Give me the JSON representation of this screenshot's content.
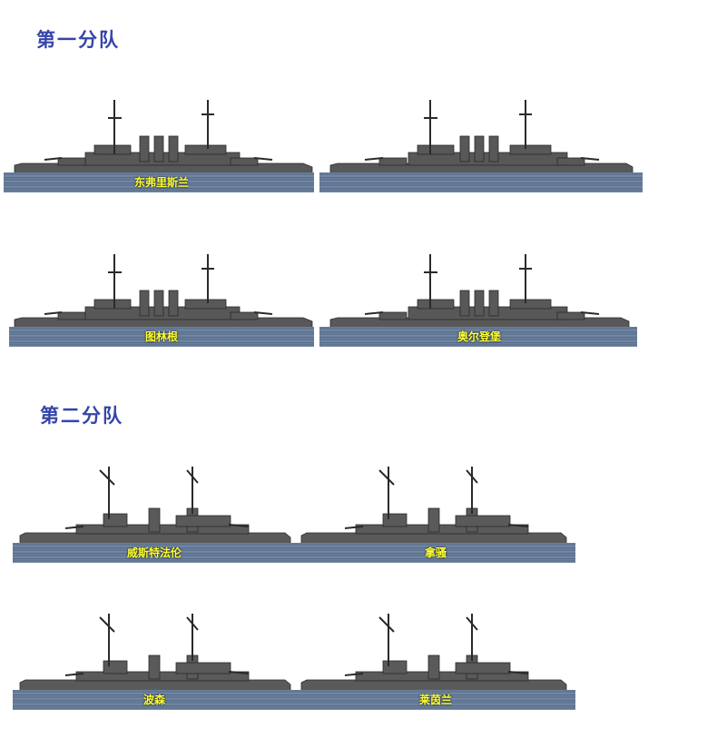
{
  "division1": {
    "title": "第一分队",
    "ships": [
      "东弗里斯兰",
      "",
      "图林根",
      "奥尔登堡"
    ]
  },
  "division2": {
    "title": "第二分队",
    "ships": [
      "威斯特法伦",
      "拿骚",
      "波森",
      "莱茵兰"
    ]
  },
  "colors": {
    "heading": "#3545a8",
    "label": "#ffff33",
    "hull": "#5a5a5a",
    "sea": "#5c718e"
  }
}
